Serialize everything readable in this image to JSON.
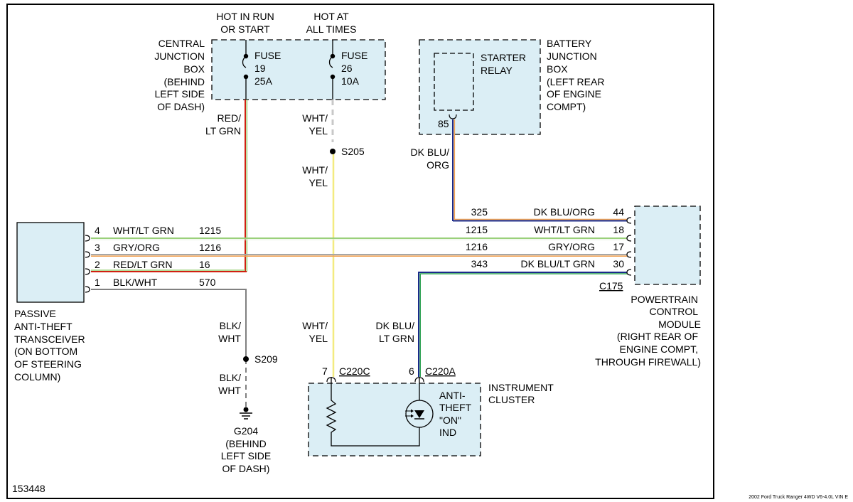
{
  "header": {
    "hot_run": [
      "HOT IN RUN",
      "OR START"
    ],
    "hot_all": [
      "HOT AT",
      "ALL TIMES"
    ]
  },
  "central_junction_box": {
    "label": [
      "CENTRAL",
      "JUNCTION",
      "BOX",
      "(BEHIND",
      "LEFT SIDE",
      "OF DASH)"
    ],
    "fuse19": [
      "FUSE",
      "19",
      "25A"
    ],
    "fuse26": [
      "FUSE",
      "26",
      "10A"
    ]
  },
  "battery_junction_box": {
    "label": [
      "BATTERY",
      "JUNCTION",
      "BOX",
      "(LEFT REAR",
      "OF ENGINE",
      "COMPT)"
    ],
    "starter_relay": [
      "STARTER",
      "RELAY"
    ],
    "pin": "85"
  },
  "transceiver": {
    "label": [
      "PASSIVE",
      "ANTI-THEFT",
      "TRANSCEIVER",
      "(ON BOTTOM",
      "OF STEERING",
      "COLUMN)"
    ]
  },
  "pcm": {
    "label": [
      "POWERTRAIN",
      "CONTROL",
      "MODULE",
      "(RIGHT REAR OF",
      "ENGINE COMPT,",
      "THROUGH FIREWALL)"
    ],
    "connector": "C175"
  },
  "cluster": {
    "label": [
      "INSTRUMENT",
      "CLUSTER"
    ],
    "indicator": [
      "ANTI-",
      "THEFT",
      "\"ON\"",
      "IND"
    ],
    "pin_left": "7",
    "conn_left": "C220C",
    "pin_right": "6",
    "conn_right": "C220A"
  },
  "wires": {
    "left_rows": [
      {
        "pin": "4",
        "color": "WHT/LT GRN",
        "circuit": "1215"
      },
      {
        "pin": "3",
        "color": "GRY/ORG",
        "circuit": "1216"
      },
      {
        "pin": "2",
        "color": "RED/LT GRN",
        "circuit": "16"
      },
      {
        "pin": "1",
        "color": "BLK/WHT",
        "circuit": "570"
      }
    ],
    "right_rows": [
      {
        "circuit": "325",
        "color": "DK BLU/ORG",
        "pin": "44"
      },
      {
        "circuit": "1215",
        "color": "WHT/LT GRN",
        "pin": "18"
      },
      {
        "circuit": "1216",
        "color": "GRY/ORG",
        "pin": "17"
      },
      {
        "circuit": "343",
        "color": "DK BLU/LT GRN",
        "pin": "30"
      }
    ],
    "red_lt_grn": [
      "RED/",
      "LT GRN"
    ],
    "wht_yel": [
      "WHT/",
      "YEL"
    ],
    "dk_blu_org": [
      "DK BLU/",
      "ORG"
    ],
    "dk_blu_lt_grn": [
      "DK BLU/",
      "LT GRN"
    ],
    "blk_wht": [
      "BLK/",
      "WHT"
    ]
  },
  "splices": {
    "s205": "S205",
    "s209": "S209"
  },
  "ground": {
    "name": "G204",
    "label": [
      "(BEHIND",
      "LEFT SIDE",
      "OF DASH)"
    ]
  },
  "figure_number": "153448",
  "footer": "2002 Ford Truck Ranger 4WD V6-4.0L VIN E",
  "colors": {
    "box_fill": "#dbeef5",
    "red": "#d02010",
    "lt_grn": "#9ad07a",
    "orange": "#f0a050",
    "gray": "#808080",
    "dk_blu": "#1a2a8a",
    "yellow": "#f3eb80"
  }
}
